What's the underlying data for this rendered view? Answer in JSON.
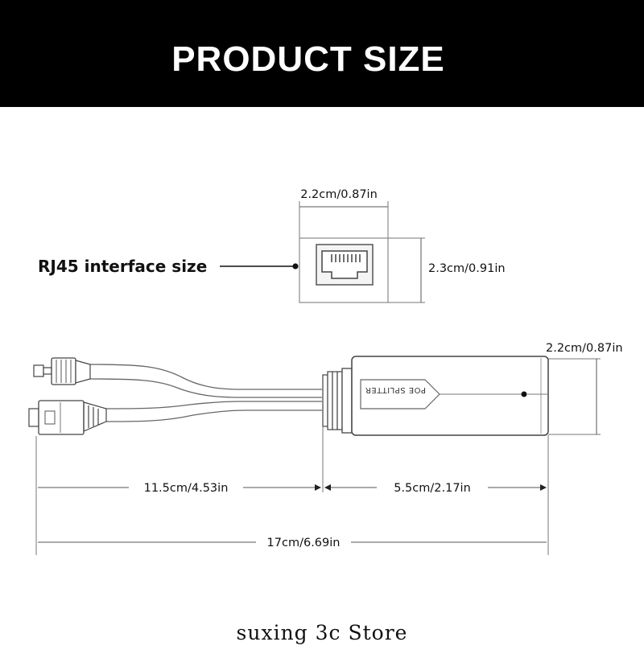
{
  "header": {
    "title": "PRODUCT SIZE",
    "background": "#000000",
    "color": "#ffffff"
  },
  "rj45": {
    "callout_label": "RJ45 interface size",
    "width_label": "2.2cm/0.87in",
    "height_label": "2.3cm/0.91in"
  },
  "splitter": {
    "product_label": "POE SPLITTER",
    "height_label": "2.2cm/0.87in"
  },
  "dimensions": {
    "cable_length": "11.5cm/4.53in",
    "body_length": "5.5cm/2.17in",
    "total_length": "17cm/6.69in"
  },
  "footer": {
    "store_name": "suxing 3c Store"
  },
  "icons": [
    "rj45-jack-icon",
    "dc-plug-icon",
    "rj45-plug-icon",
    "poe-splitter-body"
  ]
}
